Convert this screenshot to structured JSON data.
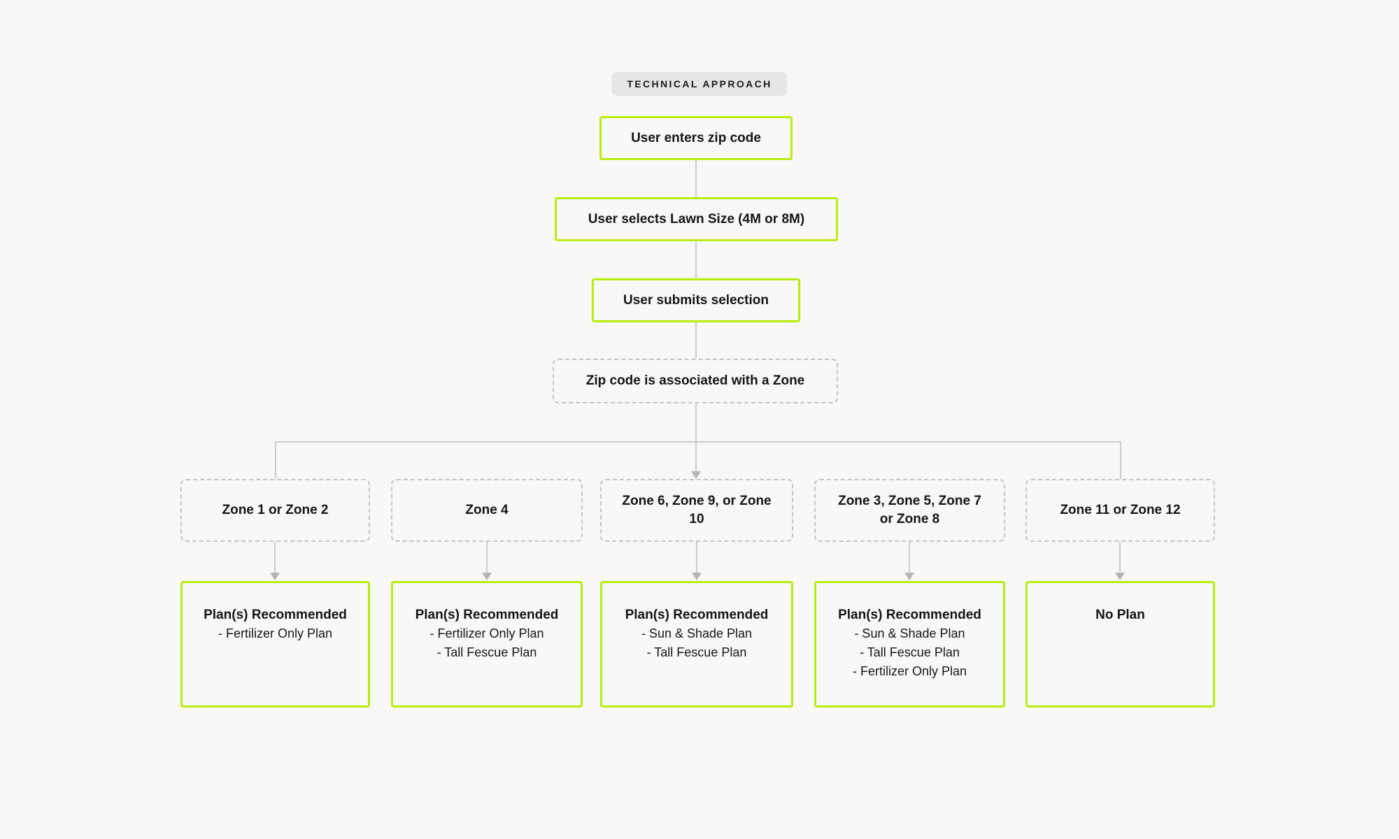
{
  "badge": {
    "label": "TECHNICAL APPROACH"
  },
  "flow": {
    "steps": [
      {
        "label": "User enters zip code"
      },
      {
        "label": "User selects Lawn Size (4M or 8M)"
      },
      {
        "label": "User submits selection"
      },
      {
        "label": "Zip code is associated with a Zone"
      }
    ],
    "zones": [
      {
        "label": "Zone 1 or Zone 2"
      },
      {
        "label": "Zone 4"
      },
      {
        "label": "Zone 6, Zone 9, or Zone 10"
      },
      {
        "label": "Zone 3, Zone 5, Zone 7 or Zone 8"
      },
      {
        "label": "Zone 11 or Zone 12"
      }
    ],
    "outcomes": [
      {
        "title": "Plan(s) Recommended",
        "items": [
          "- Fertilizer Only Plan"
        ]
      },
      {
        "title": "Plan(s) Recommended",
        "items": [
          "- Fertilizer Only Plan",
          "- Tall Fescue Plan"
        ]
      },
      {
        "title": "Plan(s) Recommended",
        "items": [
          "- Sun & Shade Plan",
          "- Tall Fescue Plan"
        ]
      },
      {
        "title": "Plan(s) Recommended",
        "items": [
          "- Sun & Shade Plan",
          "- Tall Fescue Plan",
          "- Fertilizer Only Plan"
        ]
      },
      {
        "title": "No Plan",
        "items": []
      }
    ]
  },
  "colors": {
    "background": "#f8f8f6",
    "accent_green": "#b9ed0f",
    "connector_gray": "#cbcbcb",
    "dashed_gray": "#c4c4c4",
    "badge_bg": "#e6e6e4",
    "text": "#151515",
    "arrow_gray": "#b5b5b5"
  }
}
